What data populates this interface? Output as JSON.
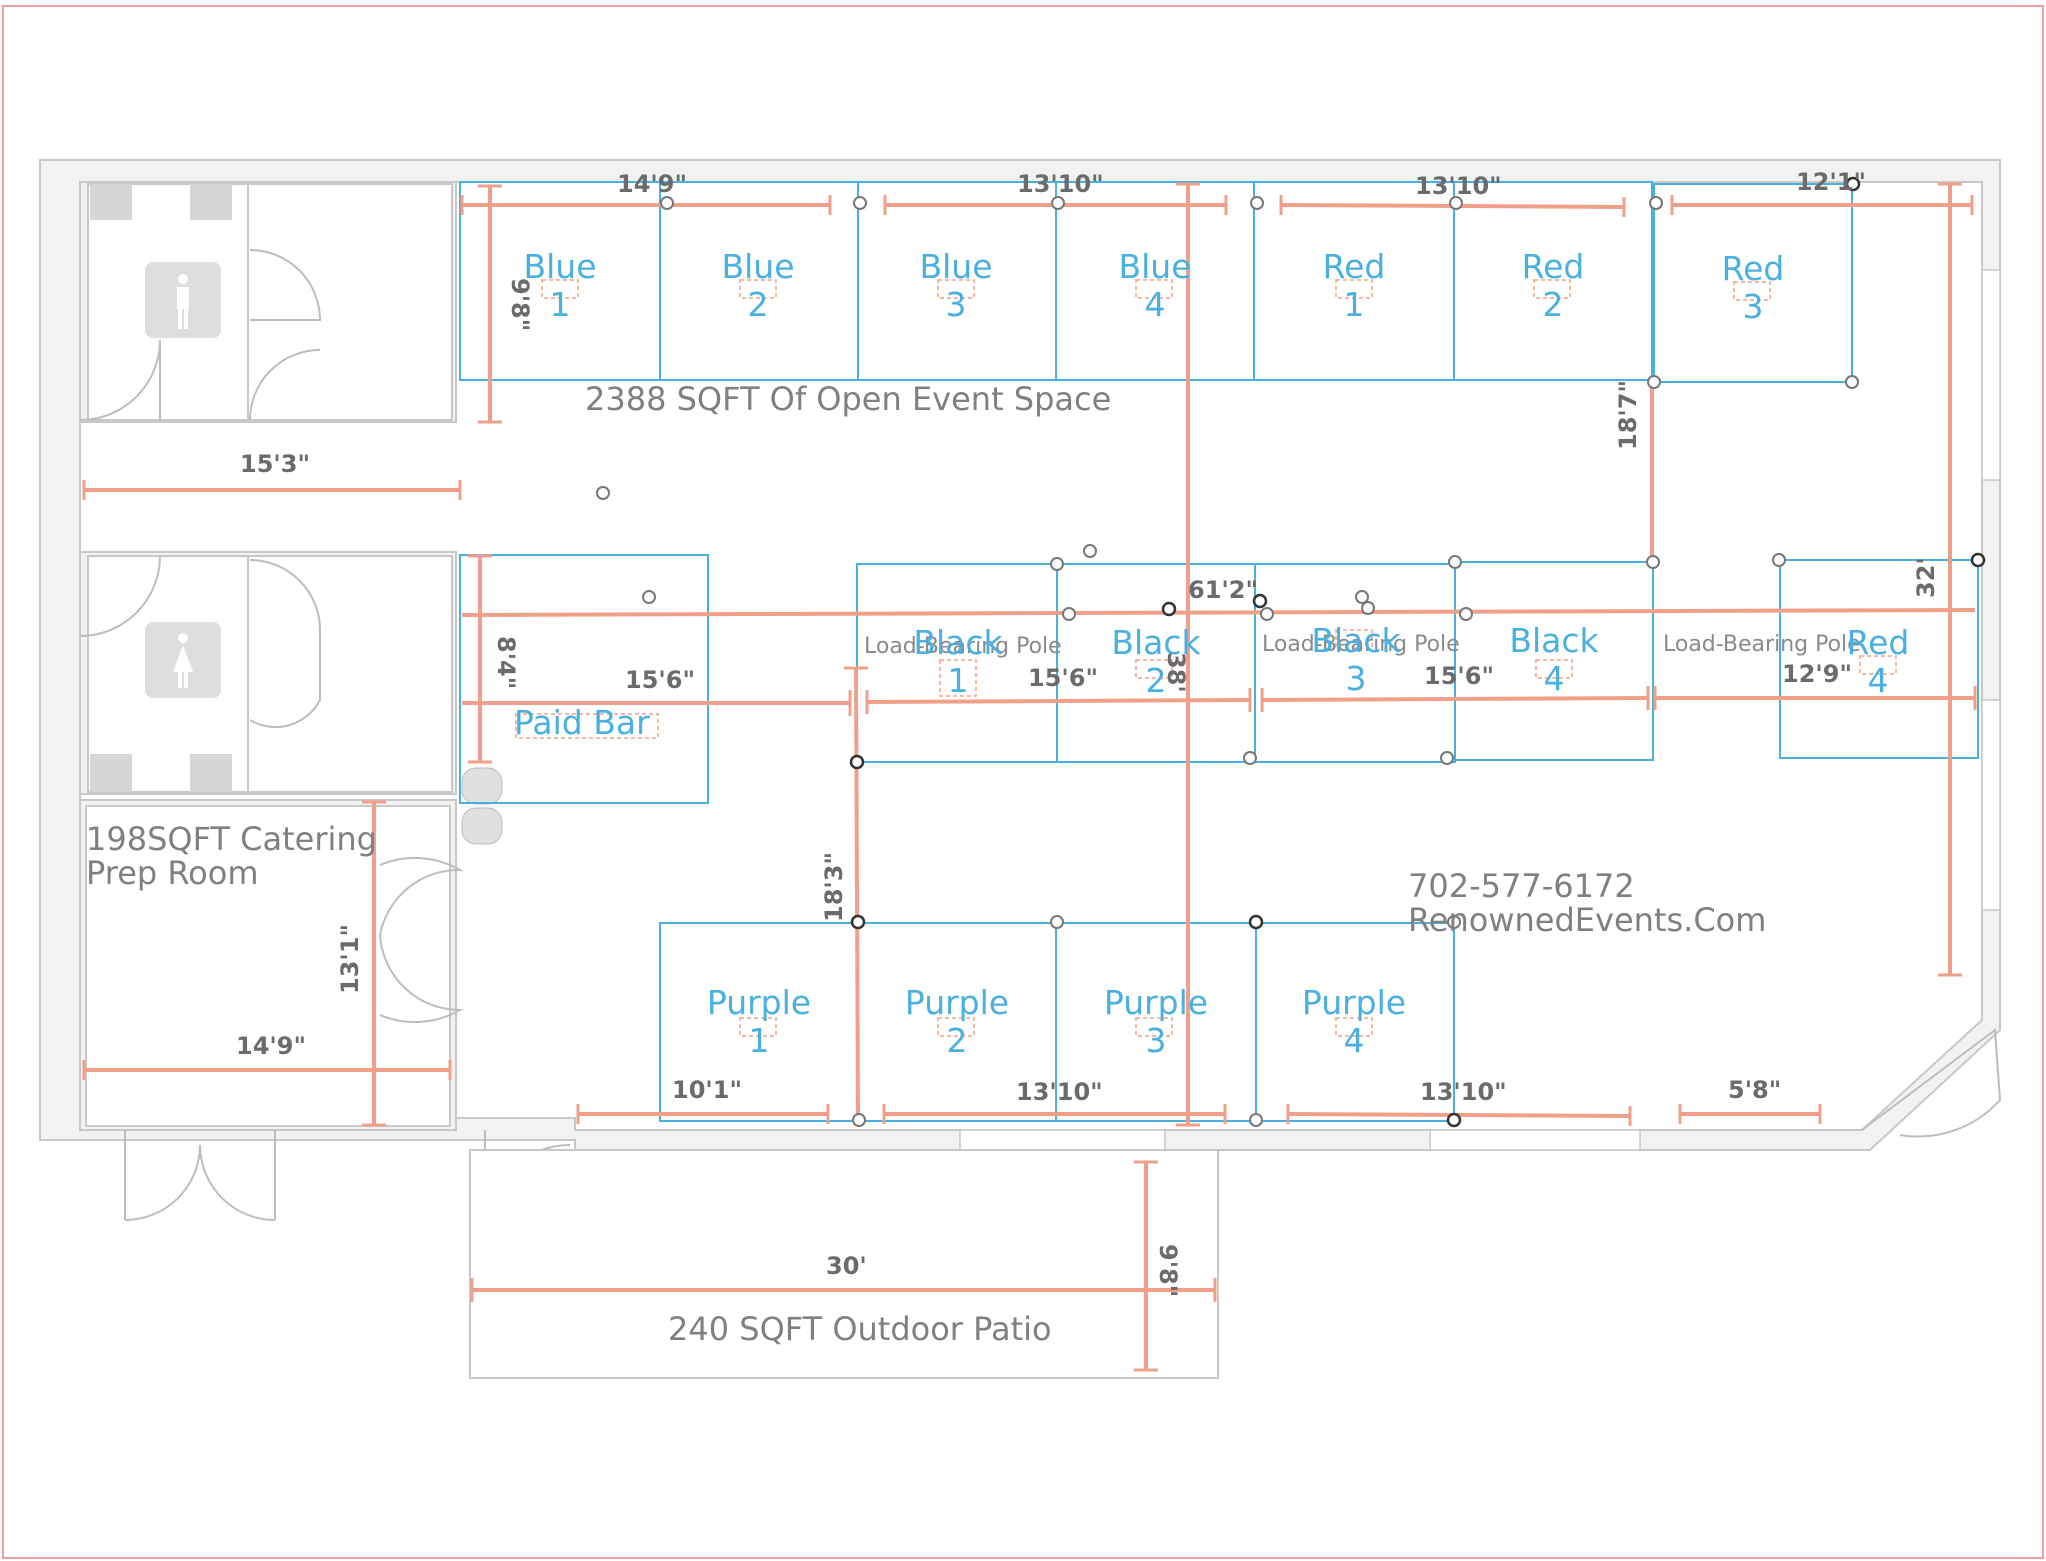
{
  "colors": {
    "wall": "#c8c8c8",
    "booth": "#4ab0e0",
    "dimension": "#f0a08a",
    "text": "#808080"
  },
  "labels": {
    "open_space": "2388 SQFT Of Open Event Space",
    "catering_line1": "198SQFT Catering",
    "catering_line2": "Prep Room",
    "patio": "240 SQFT Outdoor Patio",
    "phone": "702-577-6172",
    "website": "RenownedEvents.Com",
    "paid_bar": "Paid Bar",
    "pole_1": "Load-Bearing Pole",
    "pole_2": "Load-Bearing Pole",
    "pole_3": "Load-Bearing Pole"
  },
  "booths": {
    "blue_1": {
      "name": "Blue",
      "num": "1"
    },
    "blue_2": {
      "name": "Blue",
      "num": "2"
    },
    "blue_3": {
      "name": "Blue",
      "num": "3"
    },
    "blue_4": {
      "name": "Blue",
      "num": "4"
    },
    "red_1": {
      "name": "Red",
      "num": "1"
    },
    "red_2": {
      "name": "Red",
      "num": "2"
    },
    "red_3": {
      "name": "Red",
      "num": "3"
    },
    "red_4": {
      "name": "Red",
      "num": "4"
    },
    "black_1": {
      "name": "Black",
      "num": "1"
    },
    "black_2": {
      "name": "Black",
      "num": "2"
    },
    "black_3": {
      "name": "Black",
      "num": "3"
    },
    "black_4": {
      "name": "Black",
      "num": "4"
    },
    "purple_1": {
      "name": "Purple",
      "num": "1"
    },
    "purple_2": {
      "name": "Purple",
      "num": "2"
    },
    "purple_3": {
      "name": "Purple",
      "num": "3"
    },
    "purple_4": {
      "name": "Purple",
      "num": "4"
    }
  },
  "dimensions": {
    "top_blue12": "14'9\"",
    "top_blue34": "13'10\"",
    "top_red12": "13'10\"",
    "top_red3": "12'1\"",
    "blue_depth": "9'8\"",
    "restroom_width": "15'3\"",
    "bar_depth": "8'4\"",
    "bar_width": "15'6\"",
    "black12": "15'6\"",
    "black34": "15'6\"",
    "red4_width": "12'9\"",
    "hall_width": "61'2\"",
    "center_vertical": "38'",
    "right_aisle": "18'7\"",
    "room_depth": "32'",
    "left_aisle": "18'3\"",
    "catering_depth": "13'1\"",
    "catering_width": "14'9\"",
    "bottom_p1": "10'1\"",
    "bottom_p23": "13'10\"",
    "bottom_p4": "13'10\"",
    "bottom_right": "5'8\"",
    "patio_width": "30'",
    "patio_depth": "9'8\""
  }
}
